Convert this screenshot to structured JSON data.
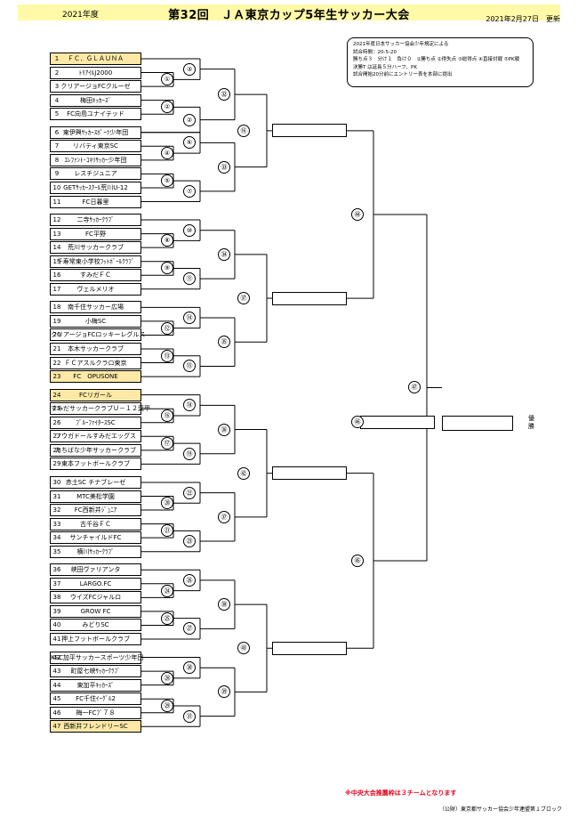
{
  "header": {
    "year": "2021年度",
    "title": "第32回　ＪＡ東京カップ5年生サッカー大会",
    "updated": "2021年2月27日　更新"
  },
  "rules": [
    "2021年度日本サッカー協会少年規定による",
    "試合時間：20-5-20",
    "勝ち点３　分け１　負け０　①勝ち点 ②得失点 ③総得点 ④直接対戦 ⑤PK戦",
    "決勝T は延長５分ハーフ、PK",
    "試合開始20分前にエントリー表を本部に提出"
  ],
  "teams": [
    {
      "no": "1",
      "name": "ＦＣ．ＧＬＡＵＮＡ",
      "seeded": true
    },
    {
      "no": "2",
      "name": "ﾄﾘｱｲﾙJ2000",
      "seeded": false
    },
    {
      "no": "3",
      "name": "クリアージョFCクルーゼ",
      "seeded": false
    },
    {
      "no": "4",
      "name": "梅田ｷｯｶｰｽﾞ",
      "seeded": false
    },
    {
      "no": "5",
      "name": "FC向島ユナイテッド",
      "seeded": false
    },
    {
      "no": "6",
      "name": "東伊興ｻｯｶｰｽﾎﾟｰﾂ少年団",
      "seeded": false
    },
    {
      "no": "7",
      "name": "リバティ東京SC",
      "seeded": false
    },
    {
      "no": "8",
      "name": "ｴﾚﾌｧﾝﾄ･ｺｷﾘｻｯｶｰ少年団",
      "seeded": false
    },
    {
      "no": "9",
      "name": "レスチジュニア",
      "seeded": false
    },
    {
      "no": "10",
      "name": "GETｻｯｶｰｽｸｰﾙ荒川U-12",
      "seeded": false
    },
    {
      "no": "11",
      "name": "FC日暮里",
      "seeded": false
    },
    {
      "no": "12",
      "name": "二寺ｻｯｶｰｸﾗﾌﾞ",
      "seeded": false
    },
    {
      "no": "13",
      "name": "FC平野",
      "seeded": false
    },
    {
      "no": "14",
      "name": "荒川サッカークラブ",
      "seeded": false
    },
    {
      "no": "15",
      "name": "千寿常東小学校ﾌｯﾄﾎﾞｰﾙｸﾗﾌﾞ",
      "seeded": false
    },
    {
      "no": "16",
      "name": "すみだＦＣ",
      "seeded": false
    },
    {
      "no": "17",
      "name": "ヴェルメリオ",
      "seeded": false
    },
    {
      "no": "18",
      "name": "南千住サッカー広場",
      "seeded": false
    },
    {
      "no": "19",
      "name": "小梅SC",
      "seeded": false
    },
    {
      "no": "20",
      "name": "クリアージョFCロッキーレグルス",
      "seeded": false
    },
    {
      "no": "21",
      "name": "本木サッカークラブ",
      "seeded": false
    },
    {
      "no": "22",
      "name": "ＦＣアスルクラロ東京",
      "seeded": false
    },
    {
      "no": "23",
      "name": "FC　OPUSONE",
      "seeded": true
    },
    {
      "no": "24",
      "name": "FCリガール",
      "seeded": true
    },
    {
      "no": "25",
      "name": "すみだサッカークラブＵ－１２葉甲",
      "seeded": false
    },
    {
      "no": "26",
      "name": "ﾌﾞﾙｰﾌｧｲﾀｰｽSC",
      "seeded": false
    },
    {
      "no": "27",
      "name": "フウガドールすみだエッグス",
      "seeded": false
    },
    {
      "no": "28",
      "name": "たちばな少年サッカークラブ",
      "seeded": false
    },
    {
      "no": "29",
      "name": "東本フットボールクラブ",
      "seeded": false
    },
    {
      "no": "30",
      "name": "赤土SC チナブレーゼ",
      "seeded": false
    },
    {
      "no": "31",
      "name": "MTC美松学園",
      "seeded": false
    },
    {
      "no": "32",
      "name": "FC西新井ｼﾞｭﾆｱ",
      "seeded": false
    },
    {
      "no": "33",
      "name": "古千谷ＦＣ",
      "seeded": false
    },
    {
      "no": "34",
      "name": "サンチャイルドFC",
      "seeded": false
    },
    {
      "no": "35",
      "name": "横川ｻｯｶｰｸﾗﾌﾞ",
      "seeded": false
    },
    {
      "no": "36",
      "name": "峡田ヴァリアンタ",
      "seeded": false
    },
    {
      "no": "37",
      "name": "LARGO.FC",
      "seeded": false
    },
    {
      "no": "38",
      "name": "ウイズFCジャルロ",
      "seeded": false
    },
    {
      "no": "39",
      "name": "GROW FC",
      "seeded": false
    },
    {
      "no": "40",
      "name": "みどりSC",
      "seeded": false
    },
    {
      "no": "41",
      "name": "押上フットボールクラブ",
      "seeded": false
    },
    {
      "no": "42",
      "name": "KSC加平サッカースポーツ少年団",
      "seeded": false
    },
    {
      "no": "43",
      "name": "町屋七峡ｻｯｶｰｸﾗﾌﾞ",
      "seeded": false
    },
    {
      "no": "44",
      "name": "東加平ｷｯｶｰｽﾞ",
      "seeded": false
    },
    {
      "no": "45",
      "name": "FC千住ｲｰｸﾞﾙ2",
      "seeded": false
    },
    {
      "no": "46",
      "name": "梅一FCﾌﾞ７８",
      "seeded": false
    },
    {
      "no": "47",
      "name": "西新井フレンドリーSC",
      "seeded": true
    }
  ],
  "match_numbers": [
    "①",
    "②",
    "③",
    "④",
    "⑤",
    "⑥",
    "⑦",
    "⑧",
    "⑨",
    "⑩",
    "⑪",
    "⑫",
    "⑬",
    "⑭",
    "⑮",
    "⑯",
    "⑰",
    "⑱",
    "⑲",
    "⑳",
    "㉑",
    "㉒",
    "㉓",
    "㉔",
    "㉕",
    "㉖",
    "㉗",
    "㉘",
    "㉙",
    "㉚",
    "㉛",
    "㉜",
    "㉝",
    "㉞",
    "㉟",
    "㊱",
    "㊲",
    "㊳",
    "㊴",
    "㊵",
    "㊶",
    "㊷",
    "㊸",
    "㊹",
    "㊺",
    "㊻",
    "㊼"
  ],
  "winner_label": "優勝",
  "notice": "※中央大会推薦枠は３チームとなります",
  "footer": "（公財）東京都サッカー協会少年連盟第１ブロック",
  "colors": {
    "header_band": "#fff9a8",
    "seeded_team": "#fde9a6",
    "notice": "#e6001a"
  }
}
